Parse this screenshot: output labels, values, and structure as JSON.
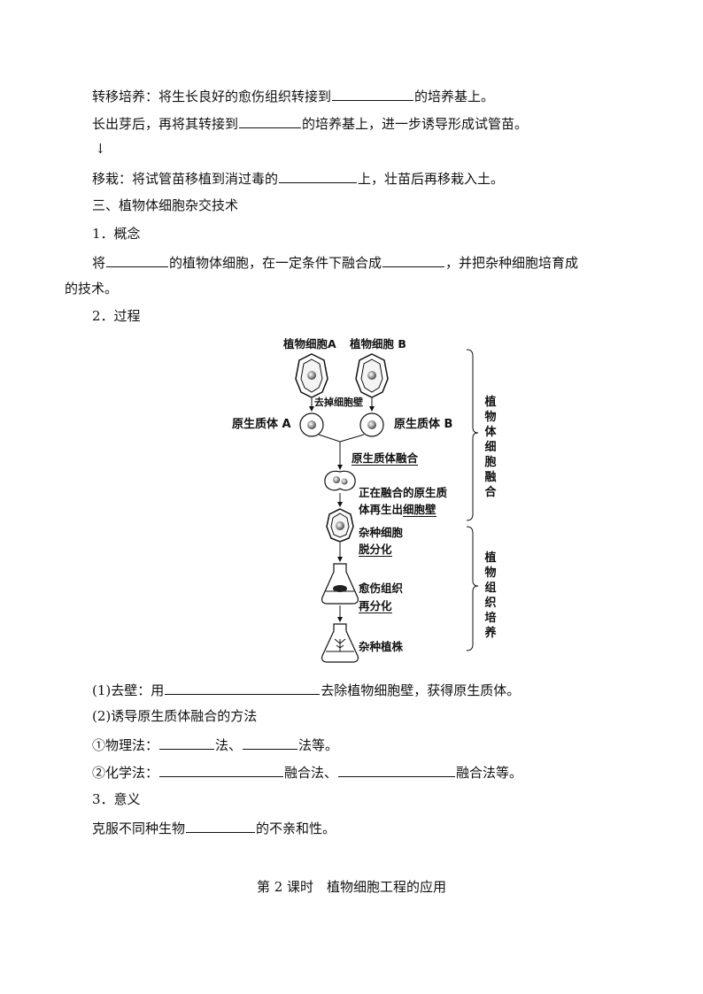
{
  "top": {
    "l1_pre": "转移培养：将生长良好的愈伤组织转接到",
    "l1_post": "的培养基上。",
    "l2_pre": "长出芽后，再将其转接到",
    "l2_post": "的培养基上，进一步诱导形成试管苗。",
    "arrow": "↓",
    "l3_pre": "移栽：将试管苗移植到消过毒的",
    "l3_post": "上，壮苗后再移栽入土。"
  },
  "section3": {
    "heading": "三、植物体细胞杂交技术",
    "concept_title": "1．概念",
    "concept_a": "将",
    "concept_b": "的植物体细胞，在一定条件下融合成",
    "concept_c": "，并把杂种细胞培育成",
    "concept_d": "的技术。",
    "process_title": "2．过程"
  },
  "diagram": {
    "cell_a": "植物细胞A",
    "cell_b": "植物细胞 B",
    "remove_wall": "去掉细胞壁",
    "protoplast_a": "原生质体 A",
    "protoplast_b": "原生质体 B",
    "fusion": "原生质体融合",
    "regen_1": "正在融合的原生质",
    "regen_2a": "体再生出",
    "regen_2b": "细胞壁",
    "hybrid_cell": "杂种细胞",
    "dediff": "脱分化",
    "callus": "愈伤组织",
    "rediff": "再分化",
    "hybrid_plant": "杂种植株",
    "bracket_top": "植物体细胞融合",
    "bracket_bottom": "植物组织培养"
  },
  "details": {
    "d1_pre": "(1)去壁：用",
    "d1_post": "去除植物细胞壁，获得原生质体。",
    "d2": "(2)诱导原生质体融合的方法",
    "d3_pre": "①物理法：",
    "d3_mid": "法、",
    "d3_post": "法等。",
    "d4_pre": "②化学法：",
    "d4_mid": "融合法、",
    "d4_post": "融合法等。",
    "sig_title": "3．意义",
    "sig_pre": "克服不同种生物",
    "sig_post": "的不亲和性。"
  },
  "footer": "第 2 课时　植物细胞工程的应用"
}
